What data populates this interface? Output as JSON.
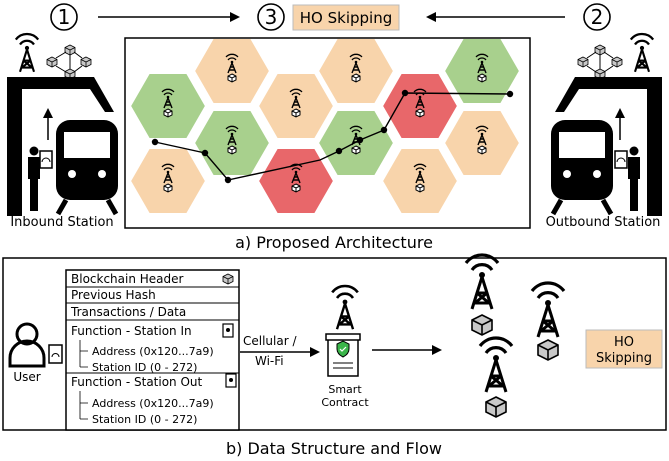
{
  "top": {
    "step1": "1",
    "step2": "2",
    "step3": "3",
    "ho_skipping": "HO Skipping",
    "inbound_label": "Inbound Station",
    "outbound_label": "Outbound Station",
    "caption": "a) Proposed Architecture",
    "colors": {
      "orange": "#f8d4ab",
      "green": "#a8d08d",
      "red": "#e8676a"
    }
  },
  "bottom": {
    "caption": "b) Data Structure and Flow",
    "user_label": "User",
    "blocks": {
      "header": "Blockchain Header",
      "prev_hash": "Previous Hash",
      "transactions": "Transactions / Data",
      "func_in": "Function - Station In",
      "in_address": "Address (0x120...7a9)",
      "in_station": "Station ID (0 - 272)",
      "func_out": "Function - Station Out",
      "out_address": "Address (0x120...7a9)",
      "out_station": "Station ID (0 - 272)"
    },
    "link_line1": "Cellular /",
    "link_line2": "Wi-Fi",
    "smart_line1": "Smart",
    "smart_line2": "Contract",
    "ho_line1": "HO",
    "ho_line2": "Skipping"
  }
}
